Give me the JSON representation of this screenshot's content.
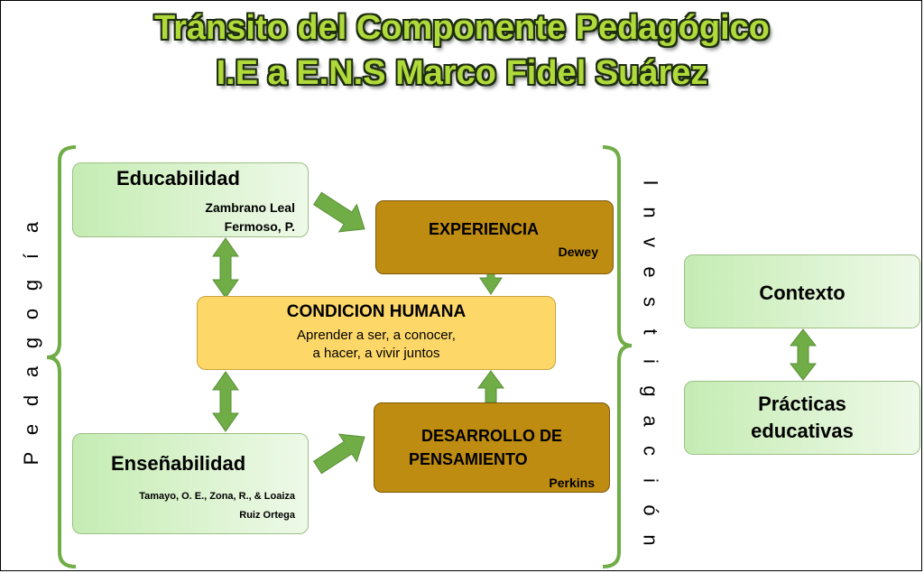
{
  "title": {
    "line1": "Tránsito del Componente Pedagógico",
    "line2": "I.E a E.N.S Marco Fidel Suárez"
  },
  "left_label": "Pedagogía",
  "right_label": "Investigación",
  "nodes": {
    "educabilidad": {
      "title": "Educabilidad",
      "ref1": "Zambrano Leal",
      "ref2": "Fermoso, P."
    },
    "experiencia": {
      "title": "EXPERIENCIA",
      "ref": "Dewey"
    },
    "condicion": {
      "title": "CONDICION HUMANA",
      "line1": "Aprender a ser, a conocer,",
      "line2": "a hacer, a vivir juntos"
    },
    "ensenabilidad": {
      "title": "Enseñabilidad",
      "ref1": "Tamayo, O. E., Zona, R., & Loaiza",
      "ref2": "Ruiz Ortega"
    },
    "desarrollo": {
      "title1": "DESARROLLO DE",
      "title2": "PENSAMIENTO",
      "ref": "Perkins"
    },
    "contexto": {
      "title": "Contexto"
    },
    "practicas": {
      "line1": "Prácticas",
      "line2": "educativas"
    }
  },
  "colors": {
    "title_fill": "#b0d93a",
    "title_outline": "#1d2d12",
    "arrow": "#70ad47",
    "bracket": "#70ad47",
    "brown_box": "#bf8c12",
    "yellow_box": "#fdd768",
    "green_box": "#c5ecb3"
  }
}
